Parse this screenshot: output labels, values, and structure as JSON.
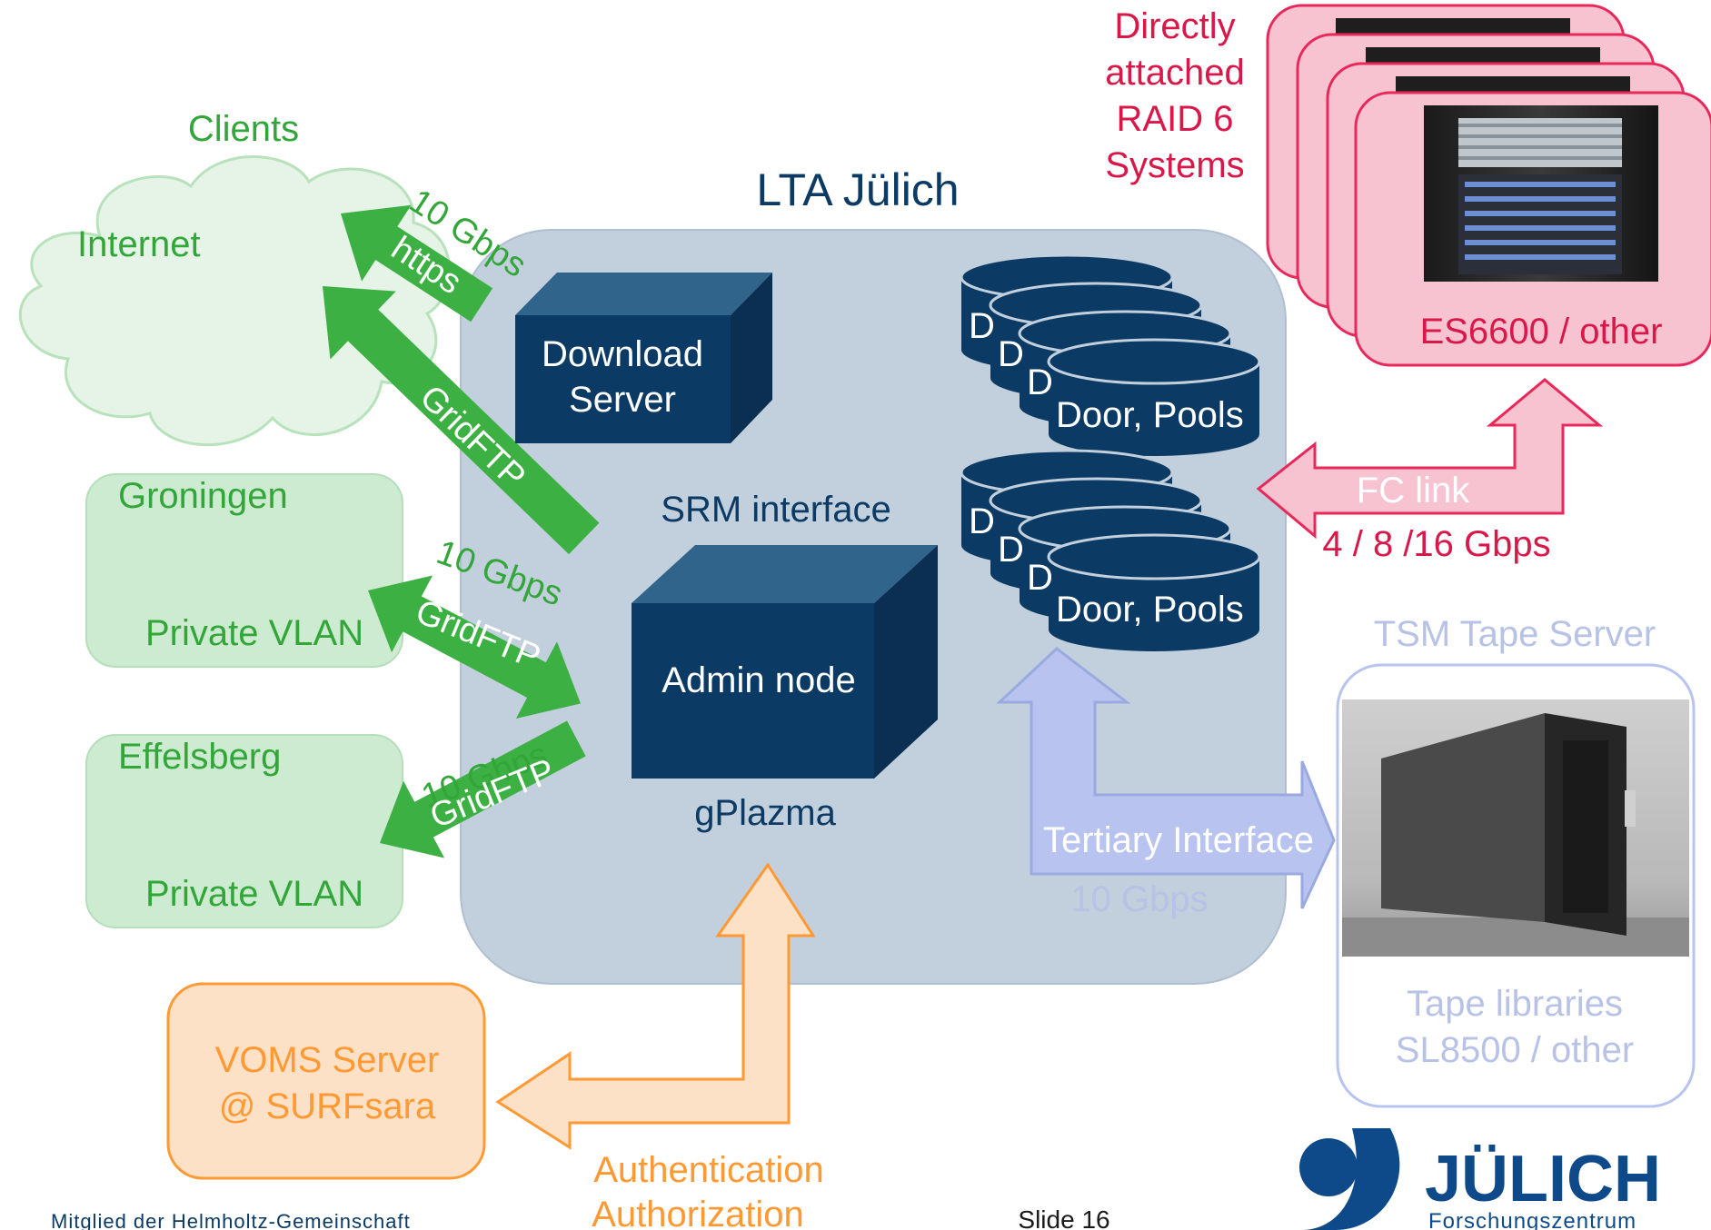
{
  "colors": {
    "green": "#3cb043",
    "green_light": "#cdebd0",
    "green_text": "#33a63a",
    "navy": "#0b3a64",
    "navy_dark": "#082b4c",
    "navy_top": "#31648a",
    "navy_side": "#0a2f52",
    "central_bg": "#c2cfdc",
    "pink_border": "#e8285a",
    "pink_fill": "#f7c3d1",
    "pink_text": "#d9184a",
    "orange": "#ff9933",
    "orange_fill": "#fde1c6",
    "lavender": "#b8c4ef",
    "lavender_text": "#b7c2e6",
    "julich_blue": "#0e4a8a"
  },
  "clients": {
    "title": "Clients",
    "internet": "Internet",
    "groningen": "Groningen",
    "groningen_vlan": "Private VLAN",
    "effelsberg": "Effelsberg",
    "effelsberg_vlan": "Private VLAN"
  },
  "central": {
    "title": "LTA Jülich",
    "download_server_line1": "Download",
    "download_server_line2": "Server",
    "srm_interface": "SRM interface",
    "admin_node": "Admin node",
    "gplazma": "gPlazma",
    "pool_letter": "D",
    "door_pools_top": "Door, Pools",
    "door_pools_bottom": "Door, Pools"
  },
  "links": {
    "internet_speed": "10 Gbps",
    "internet_https": "https",
    "internet_gridftp": "GridFTP",
    "groningen_speed": "10 Gbps",
    "groningen_proto": "GridFTP",
    "effelsberg_speed": "10 Gbps",
    "effelsberg_proto": "GridFTP"
  },
  "raid": {
    "label_line1": "Directly",
    "label_line2": "attached",
    "label_line3": "RAID 6",
    "label_line4": "Systems",
    "system_name": "ES6600 / other",
    "fc_link": "FC link",
    "fc_speed": "4 / 8 /16 Gbps"
  },
  "tape": {
    "title": "TSM Tape Server",
    "tertiary": "Tertiary Interface",
    "tertiary_speed": "10 Gbps",
    "lib_line1": "Tape libraries",
    "lib_line2": "SL8500 / other"
  },
  "voms": {
    "line1": "VOMS Server",
    "line2": "@ SURFsara",
    "auth_line1": "Authentication",
    "auth_line2": "Authorization"
  },
  "footer": {
    "helmholtz": "Mitglied der Helmholtz-Gemeinschaft",
    "slide": "Slide 16",
    "julich_logo_name": "JÜLICH",
    "julich_logo_sub": "Forschungszentrum"
  }
}
